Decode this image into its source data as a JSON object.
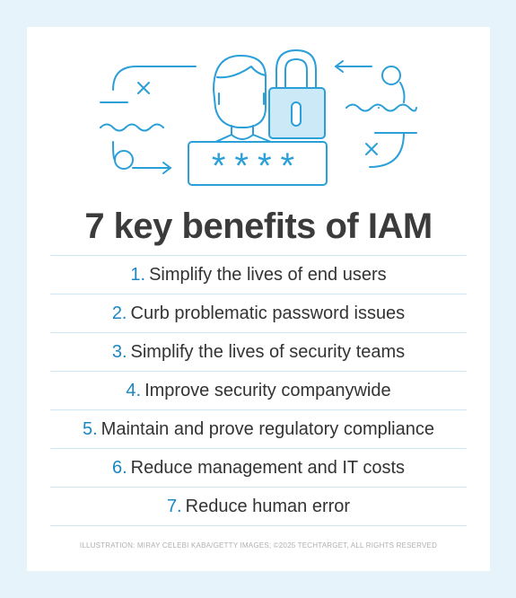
{
  "title": "7 key benefits of IAM",
  "benefits": [
    {
      "number": "1.",
      "text": "Simplify the lives of end users"
    },
    {
      "number": "2.",
      "text": "Curb problematic password issues"
    },
    {
      "number": "3.",
      "text": "Simplify the lives of security teams"
    },
    {
      "number": "4.",
      "text": "Improve security companywide"
    },
    {
      "number": "5.",
      "text": "Maintain and prove regulatory compliance"
    },
    {
      "number": "6.",
      "text": "Reduce management and IT costs"
    },
    {
      "number": "7.",
      "text": "Reduce human error"
    }
  ],
  "password_mask": "****",
  "credit": "ILLUSTRATION: MIRAY CELEBI KABA/GETTY IMAGES; ©2025 TECHTARGET, ALL RIGHTS RESERVED",
  "colors": {
    "background": "#e6f3fb",
    "card": "#ffffff",
    "accent": "#1a86c4",
    "icon_stroke": "#2a9fd8",
    "icon_fill": "#cce9f7",
    "title": "#3b3b3b",
    "text": "#333333",
    "divider": "#cfe6f3"
  },
  "icons": [
    "user-icon",
    "padlock-icon",
    "password-field-icon",
    "cycle-arrow-icon"
  ]
}
